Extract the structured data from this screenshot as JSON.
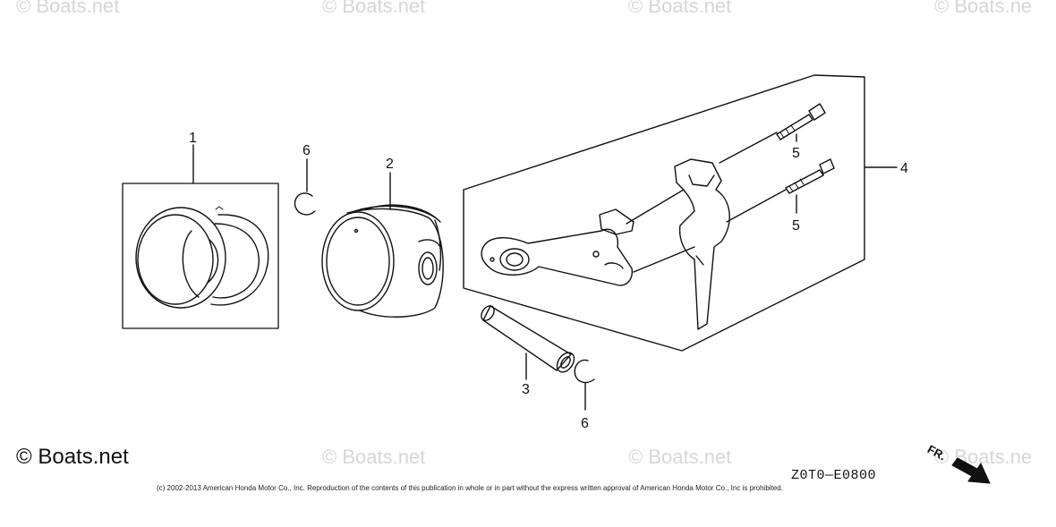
{
  "watermarks": {
    "top_1": "© Boats.net",
    "top_2": "© Boats.net",
    "top_3": "© Boats.net",
    "top_4": "© Boats.ne",
    "bottom_2": "© Boats.net",
    "bottom_3": "© Boats.net",
    "bottom_4": "© Boats.ne"
  },
  "brand_label": "© Boats.net",
  "diagram_code": "Z0T0—E0800",
  "copyright": "(c) 2002-2013 American Honda Motor Co., Inc. Reproduction of the contents of this publication in whole or in part without the express written approval of American Honda Motor Co., Inc is prohibited.",
  "front_indicator": "FR.",
  "callouts": {
    "ring_set": "1",
    "piston": "2",
    "piston_pin": "3",
    "connecting_rod": "4",
    "rod_bolt_upper": "5",
    "rod_bolt_lower": "5",
    "clip_upper": "6",
    "clip_lower": "6"
  }
}
